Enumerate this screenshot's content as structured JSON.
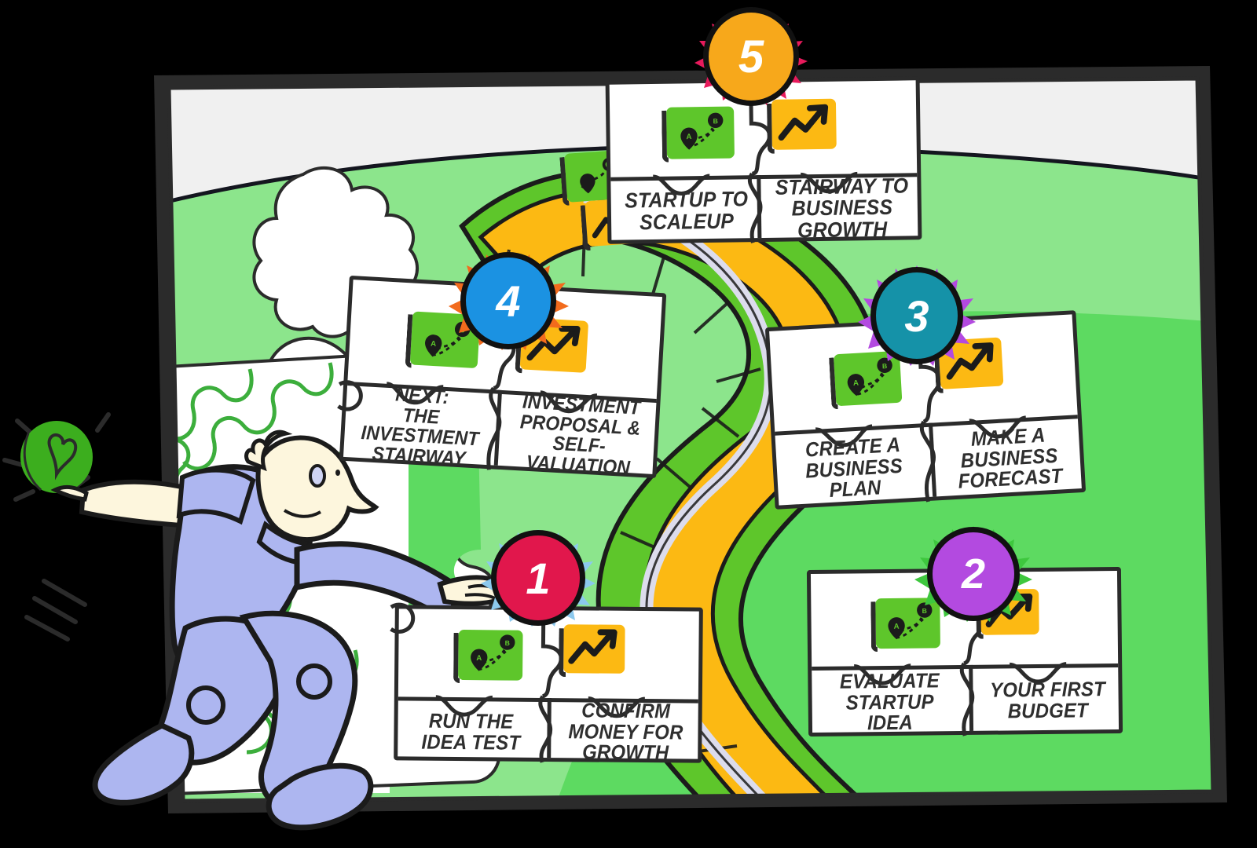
{
  "scene": {
    "title": "Startup journey puzzle roadmap illustration",
    "frame_border_color": "#2b2b2b",
    "sky_color": "#f0f0f0",
    "grass_color": "#8ce58c",
    "grass_dark_color": "#57d65a",
    "road_color": "#fcb913",
    "road_verge_color": "#5ec62b",
    "puzzle_outline_color": "#3cae3c",
    "background_color": "#000000"
  },
  "character": {
    "name": "thrower-character",
    "skin_color": "#fdf6dd",
    "clothes_color": "#adb6f0",
    "ball": {
      "name": "green-idea-ball",
      "color": "#5ec62b",
      "glyph": "heart-sprout"
    }
  },
  "icons": {
    "map_icon_name": "route-map-icon",
    "map_icon_color": "#5ec62b",
    "map_pin_a": "A",
    "map_pin_b": "B",
    "chart_icon_name": "growth-chart-icon",
    "chart_icon_color": "#fcb913"
  },
  "steps": [
    {
      "number": "1",
      "badge_color": "#e1174c",
      "burst_color": "#8cc9ee",
      "left_label": "RUN THE\nIDEA TEST",
      "right_label": "CONFIRM\nMONEY FOR\nGROWTH"
    },
    {
      "number": "2",
      "badge_color": "#b34ae0",
      "burst_color": "#3ec73e",
      "left_label": "EVALUATE\nSTARTUP IDEA",
      "right_label": "YOUR FIRST\nBUDGET"
    },
    {
      "number": "3",
      "badge_color": "#1592a8",
      "burst_color": "#b34ae0",
      "left_label": "CREATE A\nBUSINESS PLAN",
      "right_label": "MAKE A\nBUSINESS\nFORECAST"
    },
    {
      "number": "4",
      "badge_color": "#1b92e2",
      "burst_color": "#f26b1d",
      "left_label": "NEXT:\nTHE INVESTMENT\nSTAIRWAY",
      "right_label": "INVESTMENT\nPROPOSAL &\nSELF-VALUATION"
    },
    {
      "number": "5",
      "badge_color": "#f7a81b",
      "burst_color": "#e81a5c",
      "left_label": "STARTUP TO\nSCALEUP",
      "right_label": "STAIRWAY TO\nBUSINESS\nGROWTH"
    }
  ]
}
